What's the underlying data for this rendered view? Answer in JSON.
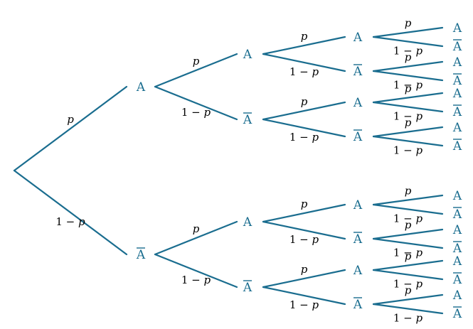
{
  "labels": {
    "event": "A",
    "complement": "A",
    "p": "p",
    "one_minus_p": "1 − p"
  },
  "tree": {
    "depth": 4,
    "branch_labels": [
      "p",
      "1 − p"
    ],
    "node_names": [
      "A",
      "Ā"
    ]
  },
  "colors": {
    "branch": "#1a6d8f",
    "node_text": "#1a6d8f",
    "prob_text": "#000000"
  }
}
